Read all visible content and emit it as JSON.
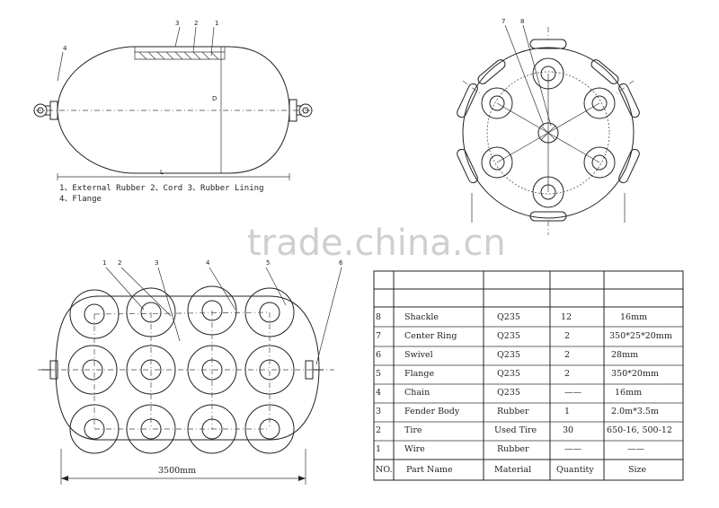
{
  "watermark": "trade.china.cn",
  "side_view": {
    "callouts": [
      "1",
      "2",
      "3",
      "4"
    ],
    "dim_length": "L",
    "dim_diameter": "D",
    "legend_line1": "1、External Rubber 2、Cord 3、Rubber Lining",
    "legend_line2": "4、Flange"
  },
  "end_view": {
    "callouts": [
      "7",
      "8"
    ]
  },
  "net_view": {
    "callouts": [
      "1",
      "2",
      "3",
      "4",
      "5",
      "6"
    ],
    "dimension": "3500mm"
  },
  "parts_table": {
    "header": {
      "no": "NO.",
      "name": "Part Name",
      "material": "Material",
      "quantity": "Quantity",
      "size": "Size"
    },
    "rows": [
      {
        "no": "8",
        "name": "Shackle",
        "material": "Q235",
        "quantity": "12",
        "size": "16mm"
      },
      {
        "no": "7",
        "name": "Center Ring",
        "material": "Q235",
        "quantity": "2",
        "size": "350*25*20mm"
      },
      {
        "no": "6",
        "name": "Swivel",
        "material": "Q235",
        "quantity": "2",
        "size": "28mm"
      },
      {
        "no": "5",
        "name": "Flange",
        "material": "Q235",
        "quantity": "2",
        "size": "350*20mm"
      },
      {
        "no": "4",
        "name": "Chain",
        "material": "Q235",
        "quantity": "——",
        "size": "16mm"
      },
      {
        "no": "3",
        "name": "Fender Body",
        "material": "Rubber",
        "quantity": "1",
        "size": "2.0m*3.5m"
      },
      {
        "no": "2",
        "name": "Tire",
        "material": "Used Tire",
        "quantity": "30",
        "size": "650-16, 500-12"
      },
      {
        "no": "1",
        "name": "Wire",
        "material": "Rubber",
        "quantity": "——",
        "size": "——"
      }
    ]
  }
}
